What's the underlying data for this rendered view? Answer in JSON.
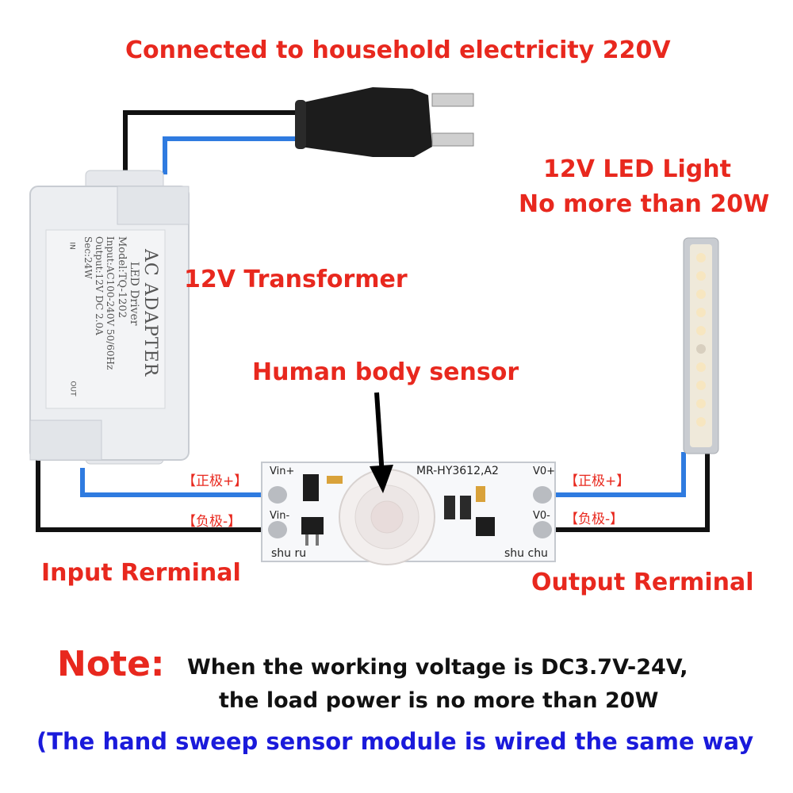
{
  "labels": {
    "household": "Connected to household electricity 220V",
    "led_line1": "12V LED Light",
    "led_line2": "No more than 20W",
    "transformer": "12V Transformer",
    "sensor": "Human body sensor",
    "input_terminal": "Input Rerminal",
    "output_terminal": "Output Rerminal",
    "pos_in": "【正极+】",
    "neg_in": "【负极-】",
    "pos_out": "【正极+】",
    "neg_out": "【负极-】"
  },
  "adapter": {
    "title": "AC ADAPTER",
    "subtitle": "LED Driver",
    "model": "Model:TQ-1202",
    "input": "Input:AC100-240V 50/60Hz",
    "output": "Output:12V DC 2.0A",
    "sec": "Sec:24W",
    "in_mark": "IN",
    "out_mark": "OUT"
  },
  "board": {
    "model": "MR-HY3612,A2",
    "vin_pos": "Vin+",
    "vin_neg": "Vin-",
    "vo_pos": "V0+",
    "vo_neg": "V0-",
    "shuru": "shu ru",
    "shuchu": "shu chu"
  },
  "note": {
    "word": "Note:",
    "line1": "When the working voltage is DC3.7V-24V,",
    "line2": "the load power is no more than 20W",
    "line3": "(The hand sweep sensor module is wired the same way"
  },
  "colors": {
    "accent_red": "#e8281e",
    "wire_blue": "#2f7be0",
    "wire_black": "#111111",
    "note_blue": "#1a1adb"
  }
}
